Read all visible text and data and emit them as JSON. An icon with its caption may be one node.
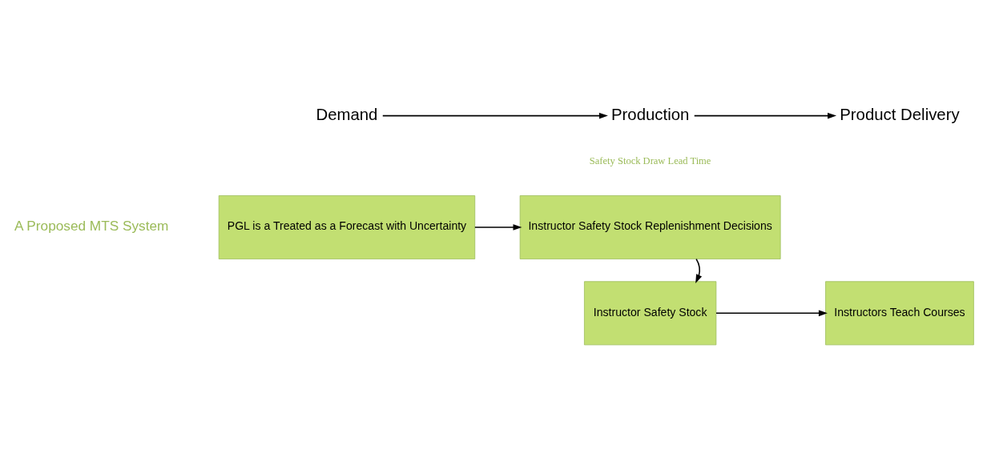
{
  "diagram": {
    "nodes": [
      {
        "text": [
          "Demand"
        ]
      },
      {
        "text": [
          "Production"
        ]
      },
      {
        "text": [
          "Product Delivery"
        ]
      },
      {
        "text": [
          "PGL is a Treated as a Forecast with Uncertainty"
        ]
      },
      {
        "text": [
          "Instructor Safety Stock"
        ]
      },
      {
        "text": [
          "Instructors Teach Courses"
        ]
      },
      {
        "text": [
          "Instructor Safety Stock Replenishment Decisions"
        ]
      }
    ],
    "edges": [
      {
        "from": 0,
        "to": 1,
        "arrow": "to"
      },
      {
        "from": 1,
        "to": 2,
        "arrow": "to"
      },
      {
        "from": 3,
        "to": 6,
        "arrow": "to"
      },
      {
        "from": 6,
        "to": 4,
        "arrow": "to"
      },
      {
        "from": 4,
        "to": 5,
        "arrow": "to"
      }
    ],
    "labels": [
      "Safety Stock Draw Lead Time",
      "A Proposed MTS System"
    ]
  }
}
